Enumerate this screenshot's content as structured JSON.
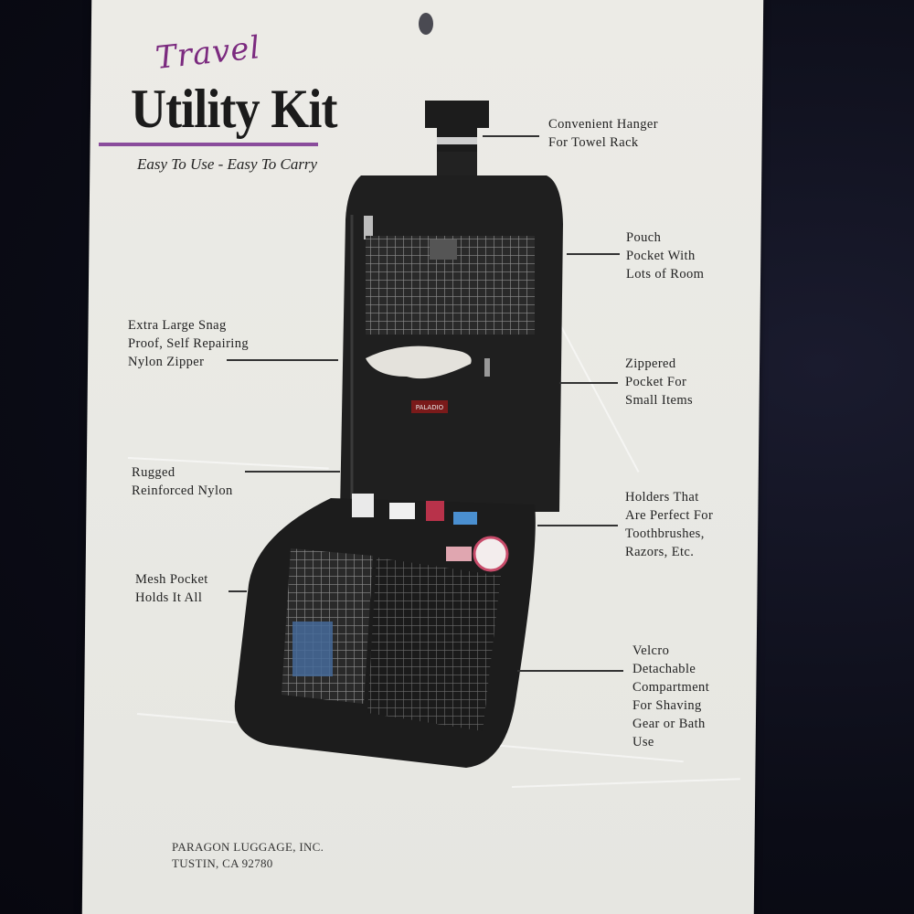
{
  "tag": {
    "title_script": "Travel",
    "title_main": "Utility Kit",
    "tagline": "Easy To Use - Easy To Carry",
    "callouts": [
      {
        "id": "hanger",
        "text": "Convenient Hanger\nFor Towel Rack"
      },
      {
        "id": "pouch",
        "text": "Pouch\nPocket With\nLots of Room"
      },
      {
        "id": "zipper",
        "text": "Extra Large Snag\nProof, Self Repairing\nNylon Zipper"
      },
      {
        "id": "zippered",
        "text": "Zippered\nPocket For\nSmall Items"
      },
      {
        "id": "rugged",
        "text": "Rugged\nReinforced Nylon"
      },
      {
        "id": "holders",
        "text": "Holders That\nAre Perfect For\nToothbrushes,\nRazors, Etc."
      },
      {
        "id": "mesh",
        "text": "Mesh Pocket\nHolds It All"
      },
      {
        "id": "velcro",
        "text": "Velcro\nDetachable\nCompartment\nFor Shaving\nGear or Bath\nUse"
      }
    ],
    "footer": "PARAGON LUGGAGE, INC.\nTUSTIN, CA 92780",
    "bag_label": "PALADIO"
  },
  "colors": {
    "accent_purple": "#8a4c9c",
    "card": "#e9e9e4",
    "background": "#0c0d1a",
    "bag": "#1e1e1e"
  }
}
